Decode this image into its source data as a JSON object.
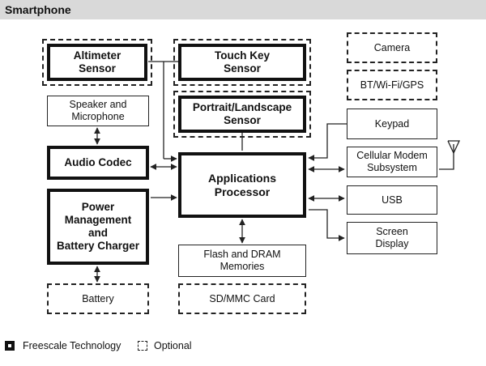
{
  "header": {
    "title": "Smartphone"
  },
  "blocks": {
    "altimeter": "Altimeter\nSensor",
    "touch_key": "Touch Key\nSensor",
    "camera": "Camera",
    "bt_wifi_gps": "BT/Wi-Fi/GPS",
    "speaker_mic": "Speaker and\nMicrophone",
    "portrait_landscape": "Portrait/Landscape\nSensor",
    "keypad": "Keypad",
    "audio_codec": "Audio Codec",
    "app_processor": "Applications\nProcessor",
    "cellular_modem": "Cellular Modem\nSubsystem",
    "power_mgmt": "Power\nManagement\nand\nBattery Charger",
    "usb": "USB",
    "screen_display": "Screen\nDisplay",
    "flash_dram": "Flash and DRAM\nMemories",
    "battery": "Battery",
    "sd_mmc": "SD/MMC Card"
  },
  "legend": {
    "freescale": "Freescale Technology",
    "optional": "Optional"
  }
}
